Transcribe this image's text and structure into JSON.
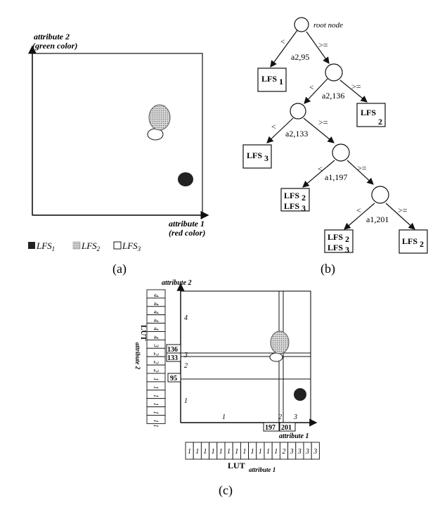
{
  "panel_a": {
    "y_axis_label": "attribute 2",
    "y_axis_sublabel": "(green color)",
    "x_axis_label": "attribute 1",
    "x_axis_sublabel": "(red color)",
    "legend": [
      {
        "fill": "dark",
        "label": "LFS",
        "sub": "1"
      },
      {
        "fill": "hatched",
        "label": "LFS",
        "sub": "2"
      },
      {
        "fill": "white",
        "label": "LFS",
        "sub": "3"
      }
    ],
    "caption": "(a)"
  },
  "panel_b": {
    "root_label": "root node",
    "edge_less": "<",
    "edge_geq": ">=",
    "split_labels": [
      "a2,95",
      "a2,136",
      "a2,133",
      "a1,197",
      "a1,201"
    ],
    "leaf_prefix": "LFS",
    "leaves": [
      "1",
      "2",
      "3",
      "2",
      "3",
      "2",
      "3",
      "2"
    ],
    "caption": "(b)"
  },
  "panel_c": {
    "y_axis_label": "attribute 2",
    "x_axis_label": "attribute 1",
    "lut2_title": "LUT",
    "lut2_sub": "attribute 2",
    "lut2_cells": [
      "4",
      "4",
      "4",
      "4",
      "4",
      "4",
      "3",
      "2",
      "2",
      "2",
      "1",
      "1",
      "1",
      "1",
      "1",
      "1"
    ],
    "lut1_title": "LUT",
    "lut1_sub": "attribute 1",
    "lut1_cells": [
      "1",
      "1",
      "1",
      "1",
      "1",
      "1",
      "1",
      "1",
      "1",
      "1",
      "1",
      "1",
      "2",
      "3",
      "3",
      "3",
      "3"
    ],
    "y_thresholds": [
      "136",
      "133",
      "95"
    ],
    "x_thresholds": [
      "197",
      "201"
    ],
    "region_y_labels": [
      "4",
      "3",
      "2",
      "1"
    ],
    "region_x_labels": [
      "1",
      "2",
      "3"
    ],
    "caption": "(c)"
  }
}
